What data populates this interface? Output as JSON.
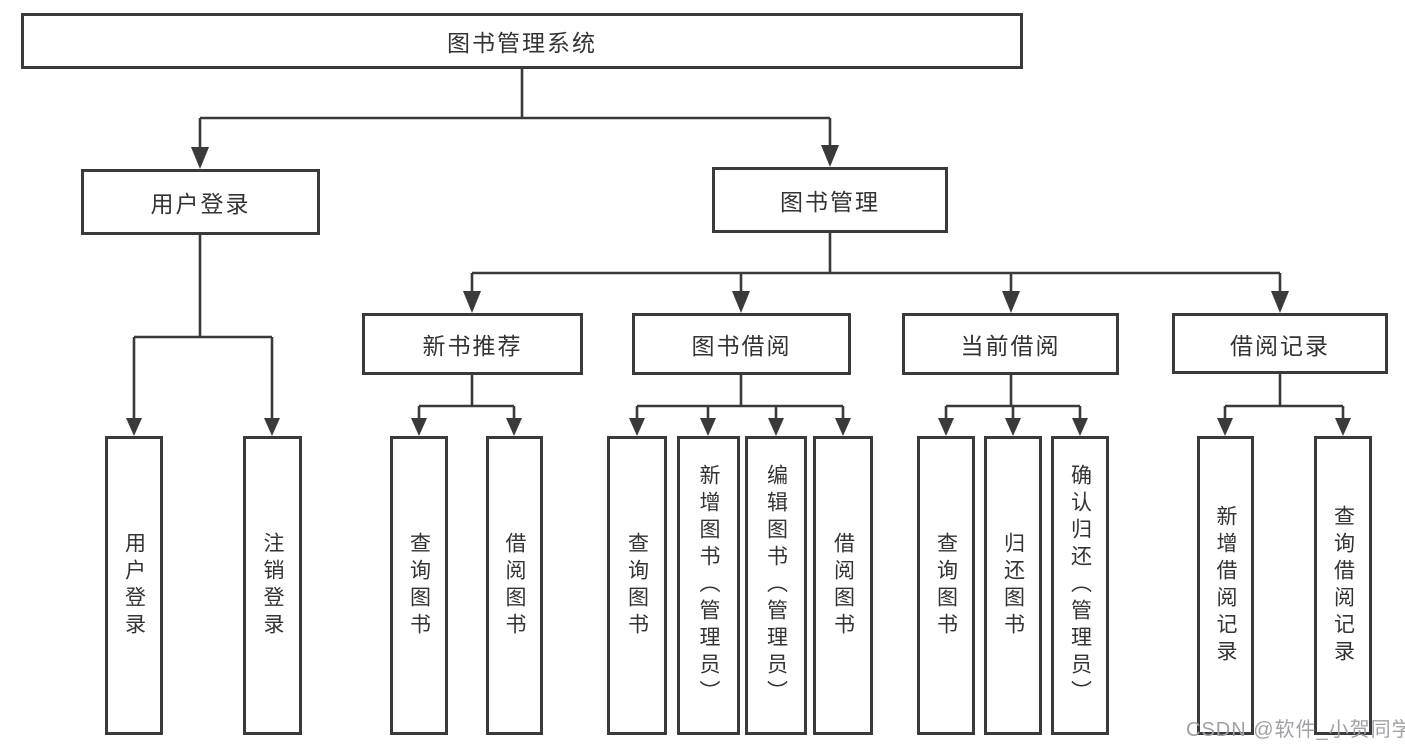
{
  "tree": {
    "label": "图书管理系统",
    "children": [
      {
        "label": "用户登录",
        "children": [
          {
            "label": "用户登录"
          },
          {
            "label": "注销登录"
          }
        ]
      },
      {
        "label": "图书管理",
        "children": [
          {
            "label": "新书推荐",
            "children": [
              {
                "label": "查询图书"
              },
              {
                "label": "借阅图书"
              }
            ]
          },
          {
            "label": "图书借阅",
            "children": [
              {
                "label": "查询图书"
              },
              {
                "label": "新增图书（管理员）"
              },
              {
                "label": "编辑图书（管理员）"
              },
              {
                "label": "借阅图书"
              }
            ]
          },
          {
            "label": "当前借阅",
            "children": [
              {
                "label": "查询图书"
              },
              {
                "label": "归还图书"
              },
              {
                "label": "确认归还（管理员）"
              }
            ]
          },
          {
            "label": "借阅记录",
            "children": [
              {
                "label": "新增借阅记录"
              },
              {
                "label": "查询借阅记录"
              }
            ]
          }
        ]
      }
    ]
  },
  "watermark": "CSDN @软件_小贺同学",
  "colors": {
    "line": "#3a3a3a",
    "box_border": "#3a3a3a",
    "text": "#333333",
    "watermark": "#9fa1a6",
    "background": "#ffffff"
  }
}
